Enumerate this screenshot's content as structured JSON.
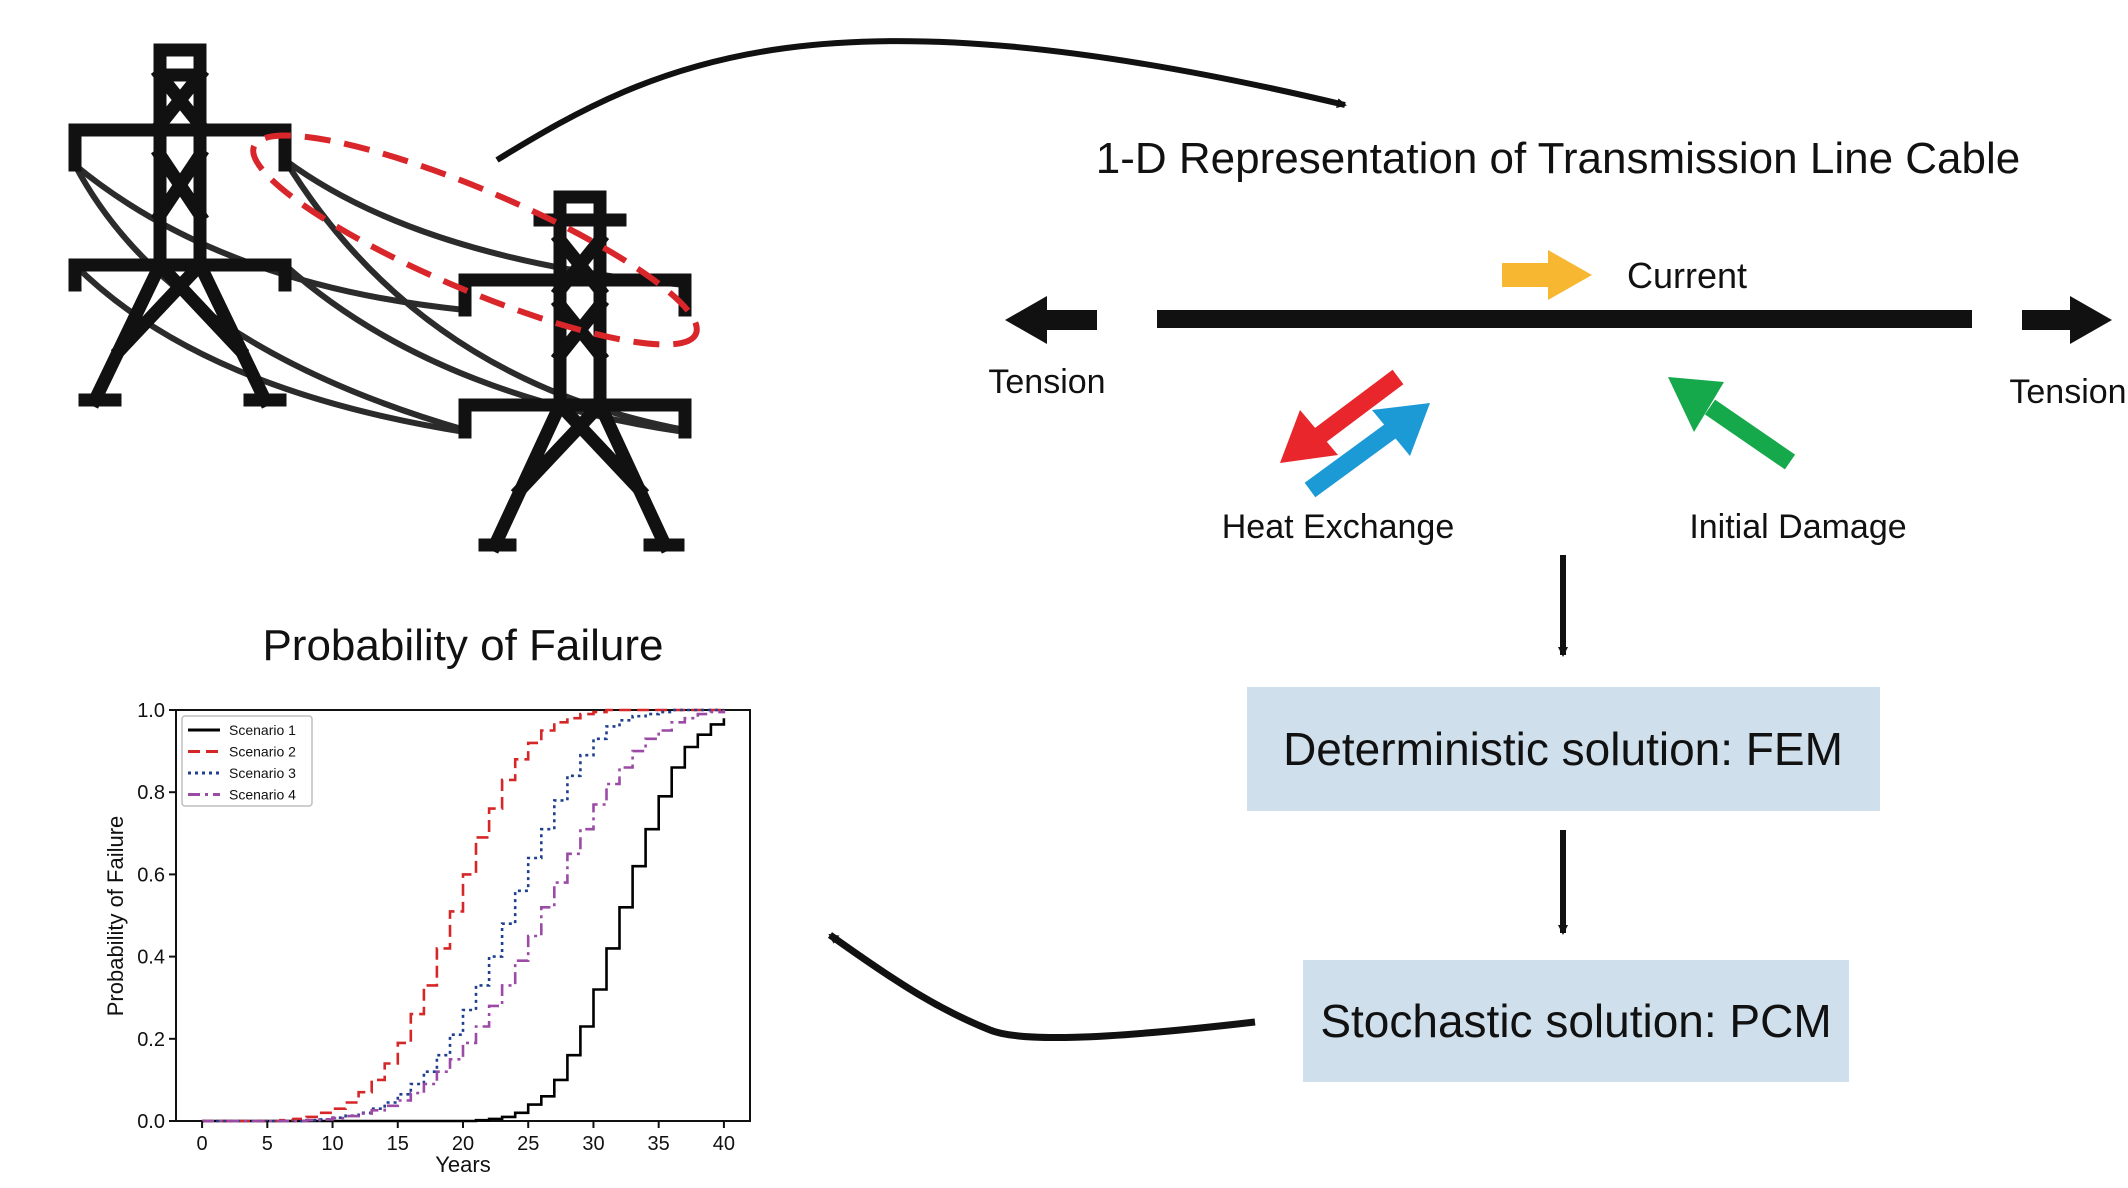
{
  "diagram": {
    "header_title": "1-D Representation of Transmission Line Cable",
    "current_label": "Current",
    "tension_left_label": "Tension",
    "tension_right_label": "Tension",
    "heat_exchange_label": "Heat Exchange",
    "initial_damage_label": "Initial Damage",
    "deterministic_box_label": "Deterministic solution: FEM",
    "stochastic_box_label": "Stochastic solution: PCM",
    "chart_section_title": "Probability of Failure"
  },
  "colors": {
    "current_arrow": "#f7b731",
    "heat_out_arrow": "#e8262b",
    "heat_in_arrow": "#1c9ad6",
    "damage_arrow": "#16a94b",
    "box_fill": "#cfdfec",
    "ellipse": "#d9262b",
    "ink": "#111111"
  },
  "icons": {
    "left_tower": "transmission-tower-icon",
    "right_tower": "transmission-tower-icon"
  },
  "chart_data": {
    "type": "line",
    "title": "",
    "xlabel": "Years",
    "ylabel": "Probability of Failure",
    "xlim": [
      -2,
      42
    ],
    "ylim": [
      0,
      1
    ],
    "xticks": [
      "0",
      "5",
      "10",
      "15",
      "20",
      "25",
      "30",
      "35",
      "40"
    ],
    "yticks": [
      "0.0",
      "0.2",
      "0.4",
      "0.6",
      "0.8",
      "1.0"
    ],
    "legend_position": "top-left",
    "grid": false,
    "series": [
      {
        "name": "Scenario 1",
        "color": "#000000",
        "style": "solid",
        "x": [
          0,
          5,
          10,
          15,
          20,
          21,
          22,
          23,
          24,
          25,
          26,
          27,
          28,
          29,
          30,
          31,
          32,
          33,
          34,
          35,
          36,
          37,
          38,
          39,
          40
        ],
        "y": [
          0,
          0,
          0,
          0,
          0,
          0.002,
          0.005,
          0.01,
          0.02,
          0.04,
          0.06,
          0.1,
          0.16,
          0.23,
          0.32,
          0.42,
          0.52,
          0.62,
          0.71,
          0.79,
          0.86,
          0.91,
          0.94,
          0.965,
          0.98
        ]
      },
      {
        "name": "Scenario 2",
        "color": "#d62728",
        "style": "dashed",
        "x": [
          0,
          5,
          6,
          7,
          8,
          9,
          10,
          11,
          12,
          13,
          14,
          15,
          16,
          17,
          18,
          19,
          20,
          21,
          22,
          23,
          24,
          25,
          26,
          27,
          28,
          29,
          30,
          31,
          32,
          33,
          34,
          35,
          36,
          37,
          38,
          39,
          40
        ],
        "y": [
          0,
          0,
          0.002,
          0.005,
          0.01,
          0.02,
          0.03,
          0.045,
          0.07,
          0.1,
          0.14,
          0.19,
          0.26,
          0.33,
          0.42,
          0.51,
          0.6,
          0.69,
          0.76,
          0.83,
          0.88,
          0.92,
          0.95,
          0.97,
          0.98,
          0.99,
          0.995,
          1,
          1,
          1,
          1,
          1,
          1,
          1,
          1,
          1,
          1
        ]
      },
      {
        "name": "Scenario 3",
        "color": "#1f3f8f",
        "style": "dotted",
        "x": [
          0,
          5,
          8,
          9,
          10,
          11,
          12,
          13,
          14,
          15,
          16,
          17,
          18,
          19,
          20,
          21,
          22,
          23,
          24,
          25,
          26,
          27,
          28,
          29,
          30,
          31,
          32,
          33,
          34,
          35,
          36,
          37,
          38,
          39,
          40
        ],
        "y": [
          0,
          0,
          0.002,
          0.004,
          0.008,
          0.013,
          0.02,
          0.03,
          0.045,
          0.065,
          0.09,
          0.12,
          0.16,
          0.21,
          0.27,
          0.33,
          0.4,
          0.48,
          0.56,
          0.64,
          0.71,
          0.78,
          0.84,
          0.89,
          0.93,
          0.96,
          0.975,
          0.985,
          0.99,
          0.995,
          1,
          1,
          1,
          1,
          1
        ]
      },
      {
        "name": "Scenario 4",
        "color": "#9b4aa6",
        "style": "dashdot",
        "x": [
          0,
          5,
          8,
          9,
          10,
          11,
          12,
          13,
          14,
          15,
          16,
          17,
          18,
          19,
          20,
          21,
          22,
          23,
          24,
          25,
          26,
          27,
          28,
          29,
          30,
          31,
          32,
          33,
          34,
          35,
          36,
          37,
          38,
          39,
          40
        ],
        "y": [
          0,
          0,
          0.002,
          0.004,
          0.007,
          0.012,
          0.018,
          0.026,
          0.037,
          0.05,
          0.068,
          0.09,
          0.12,
          0.15,
          0.19,
          0.23,
          0.28,
          0.33,
          0.39,
          0.45,
          0.52,
          0.58,
          0.65,
          0.71,
          0.77,
          0.82,
          0.86,
          0.9,
          0.93,
          0.95,
          0.97,
          0.98,
          0.99,
          0.995,
          1
        ]
      }
    ]
  }
}
